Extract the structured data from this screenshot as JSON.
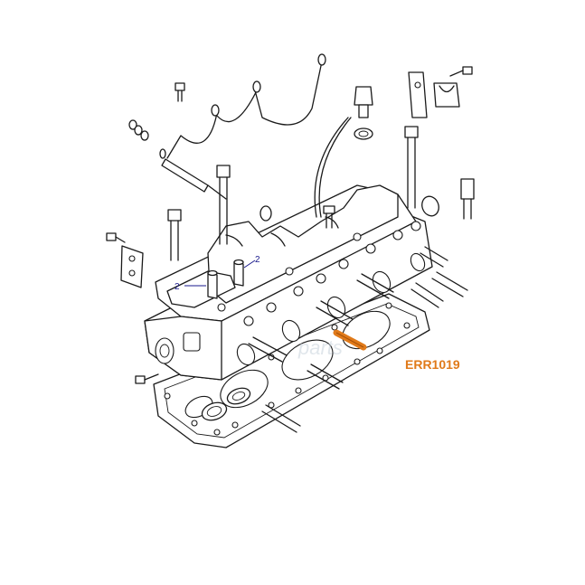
{
  "part_number": "ERR1019",
  "callouts": [
    "2",
    "2"
  ],
  "colors": {
    "line": "#1a1a1a",
    "callout": "#1a1a8c",
    "highlight": "#e07a1a",
    "background": "#ffffff"
  },
  "icons": {
    "highlighted_part": "gasket-dowel-highlight-icon"
  }
}
